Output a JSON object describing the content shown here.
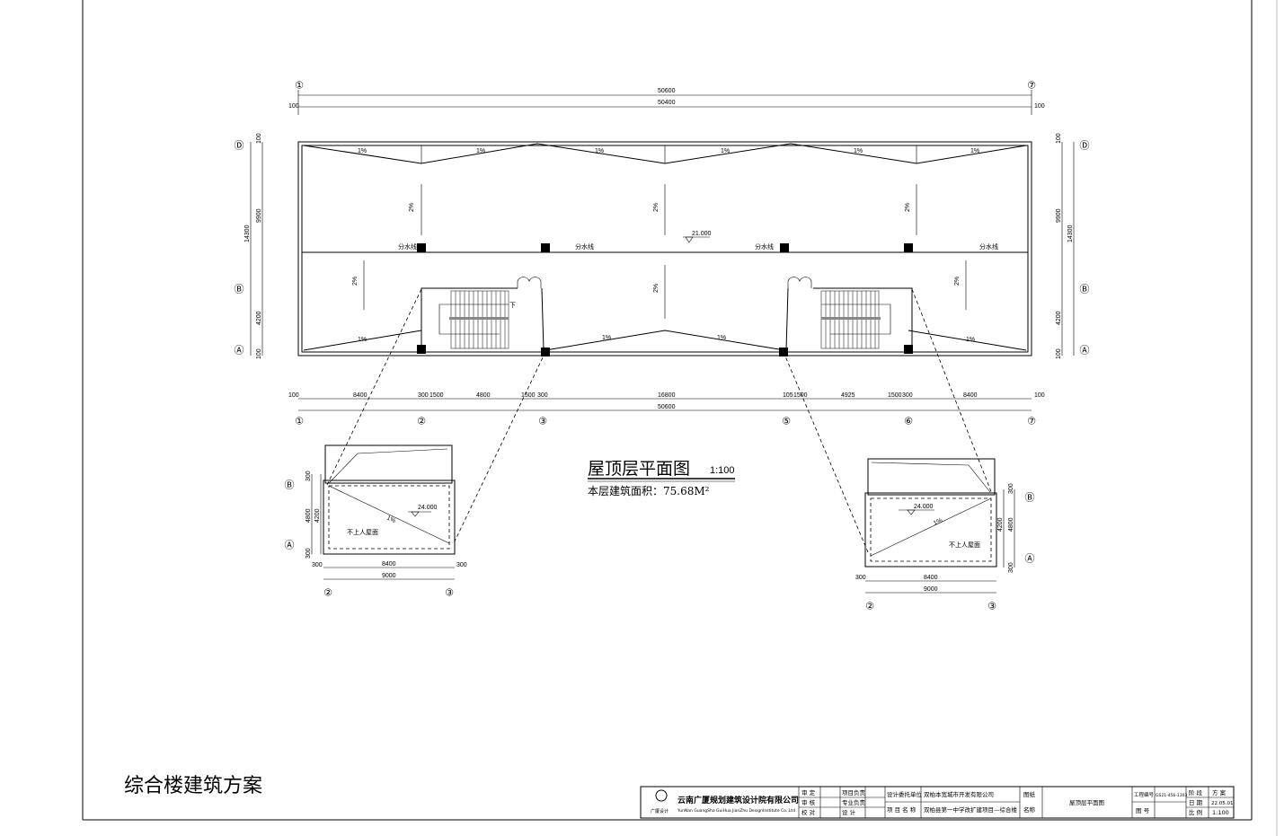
{
  "sheet": {
    "project_heading": "综合楼建筑方案",
    "drawing_title": "屋顶层平面图",
    "scale": "1:100",
    "area_label": "本层建筑面积：75.68M²"
  },
  "grid": {
    "columns": [
      "①",
      "②",
      "③",
      "⑤",
      "⑥",
      "⑦"
    ],
    "rows": [
      "Ⓓ",
      "Ⓑ",
      "Ⓐ"
    ]
  },
  "dimensions": {
    "top_total": "50600",
    "top_inner": "50400",
    "top_end": "100",
    "side_segments": [
      "100",
      "9900",
      "4200",
      "100"
    ],
    "side_total": "14300",
    "bottom_segments": [
      "100",
      "8400",
      "300",
      "1500",
      "4800",
      "1500",
      "300",
      "16800",
      "105",
      "1500",
      "4925",
      "1500",
      "300",
      "8400",
      "100"
    ],
    "bottom_total": "50600"
  },
  "roof_labels": {
    "slope_1": "1%",
    "slope_2": "2%",
    "divide_line": "分水线",
    "elevation": "21.000",
    "down": "下"
  },
  "insets": {
    "elevation": "24.000",
    "roof_note": "不上人屋面",
    "slope": "1%",
    "dims": [
      "300",
      "4800",
      "4200",
      "300",
      "300",
      "8400",
      "300",
      "9000"
    ],
    "cols": [
      "②",
      "③"
    ],
    "rows": [
      "Ⓑ",
      "Ⓐ"
    ]
  },
  "title_block": {
    "company_cn": "云南广厦规划建筑设计院有限公司",
    "company_en": "YunNan GuangSha GuiHua JianZhu DesignInstitute Co.,Ltd",
    "logo_text": "广厦设计",
    "roles": [
      "审 定",
      "审 核",
      "校 对"
    ],
    "roles2": [
      "项目负责",
      "专业负责",
      "设 计"
    ],
    "client_label": "设计委托单位",
    "client": "双柏本宽城市开发有限公司",
    "project_label": "项 目 名 称",
    "project": "双柏县第一中学改扩建项目—综合楼",
    "drawing_name_label1": "图纸",
    "drawing_name_label2": "名称",
    "drawing_name": "屋顶层平面图",
    "project_no_label": "工程编号",
    "project_no": "GS21-456-1303",
    "drawing_no_label": "图 号",
    "stage_label": "阶 段",
    "stage": "方 案",
    "date_label": "日 期",
    "date": "22.05.01",
    "scale_label": "比 例",
    "scale": "1:100"
  }
}
